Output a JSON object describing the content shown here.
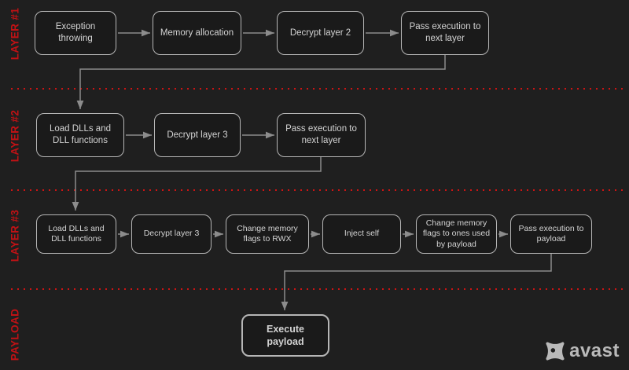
{
  "diagram": {
    "description": "Malware multi-layer unpacking execution flow",
    "colors": {
      "background": "#1f1f1f",
      "node_fill": "#1a1a1a",
      "node_border": "#b6b6b6",
      "node_text": "#d3d3d3",
      "connector": "#8c8c8c",
      "accent_red": "#c01215",
      "separator_dot_red": "#cc1414",
      "logo_gray": "#b9b9b9"
    },
    "lanes": [
      {
        "label": "LAYER #1"
      },
      {
        "label": "LAYER #2"
      },
      {
        "label": "LAYER #3"
      },
      {
        "label": "PAYLOAD"
      }
    ],
    "rows": [
      {
        "boxes": [
          {
            "label": "Exception throwing"
          },
          {
            "label": "Memory allocation"
          },
          {
            "label": "Decrypt layer 2"
          },
          {
            "label": "Pass execution to next layer"
          }
        ]
      },
      {
        "boxes": [
          {
            "label": "Load DLLs and DLL functions"
          },
          {
            "label": "Decrypt layer 3"
          },
          {
            "label": "Pass execution to next layer"
          }
        ]
      },
      {
        "boxes": [
          {
            "label": "Load DLLs and DLL functions"
          },
          {
            "label": "Decrypt layer 3"
          },
          {
            "label": "Change memory flags to RWX"
          },
          {
            "label": "Inject self"
          },
          {
            "label": "Change memory flags to ones used by payload"
          },
          {
            "label": "Pass execution to payload"
          }
        ]
      },
      {
        "boxes": [
          {
            "label": "Execute payload"
          }
        ]
      }
    ],
    "logo": {
      "brand": "avast"
    }
  }
}
